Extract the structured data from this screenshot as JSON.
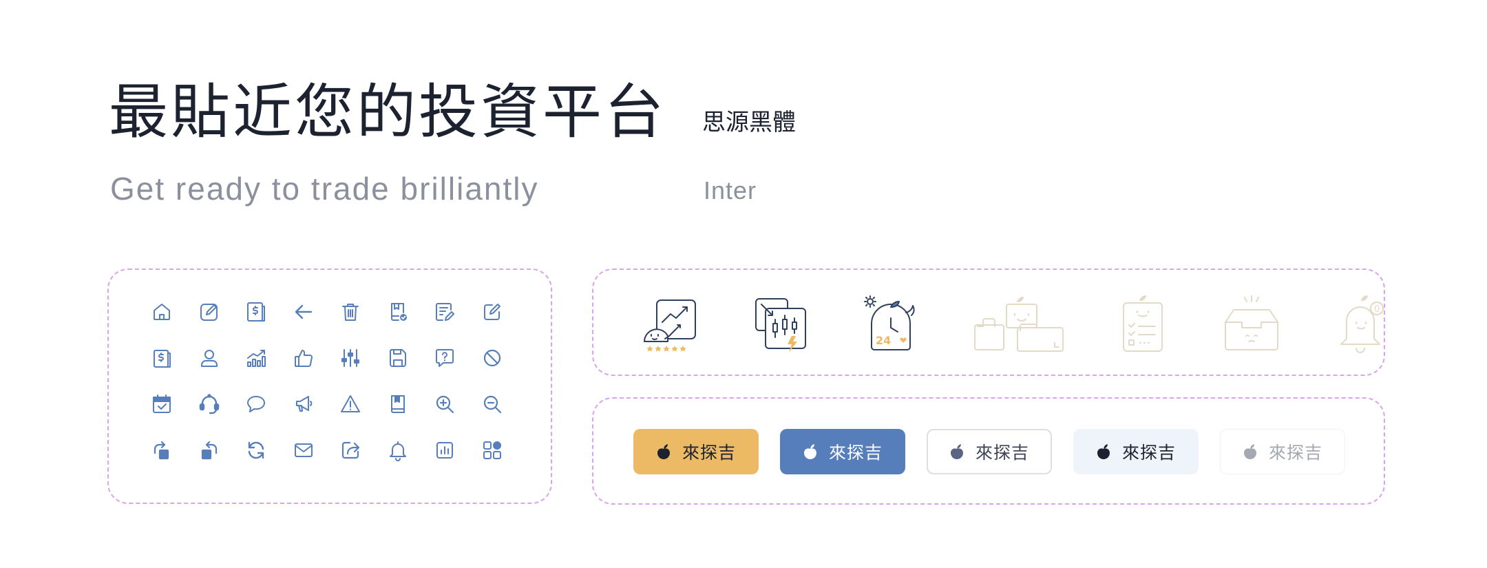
{
  "hero": {
    "title_cn": "最貼近您的投資平台",
    "title_cn_font": "思源黑體",
    "title_en": "Get ready to trade brilliantly",
    "title_en_font": "Inter"
  },
  "colors": {
    "icon_blue": "#567eba",
    "navy": "#2f3f5e",
    "accent_yellow": "#ecb965",
    "muted_beige": "#e3d9c7",
    "dashed_border": "#dba3ee"
  },
  "icons": [
    "home-icon",
    "edit-icon",
    "dollar-document-icon",
    "arrow-left-icon",
    "trash-icon",
    "book-check-icon",
    "note-edit-icon",
    "edit-square-icon",
    "dollar-card-icon",
    "user-icon",
    "chart-trend-icon",
    "thumbs-up-icon",
    "sliders-icon",
    "save-icon",
    "help-chat-icon",
    "block-icon",
    "calendar-check-icon",
    "headset-icon",
    "chat-bubble-icon",
    "megaphone-icon",
    "warning-icon",
    "book-icon",
    "zoom-in-icon",
    "zoom-out-icon",
    "rotate-right-icon",
    "rotate-left-icon",
    "refresh-icon",
    "mail-icon",
    "share-icon",
    "bell-icon",
    "report-icon",
    "apps-icon"
  ],
  "illustrations": [
    "rating-chart-illustration",
    "candlestick-illustration",
    "clock-24-illustration",
    "blocks-illustration",
    "checklist-illustration",
    "empty-inbox-illustration",
    "notification-bell-illustration"
  ],
  "illustration_texts": {
    "clock_label": "24",
    "bell_badge": "0"
  },
  "buttons": [
    {
      "label": "來探吉",
      "style": "yellow"
    },
    {
      "label": "來探吉",
      "style": "blue"
    },
    {
      "label": "來探吉",
      "style": "outline"
    },
    {
      "label": "來探吉",
      "style": "light"
    },
    {
      "label": "來探吉",
      "style": "disabled"
    }
  ]
}
